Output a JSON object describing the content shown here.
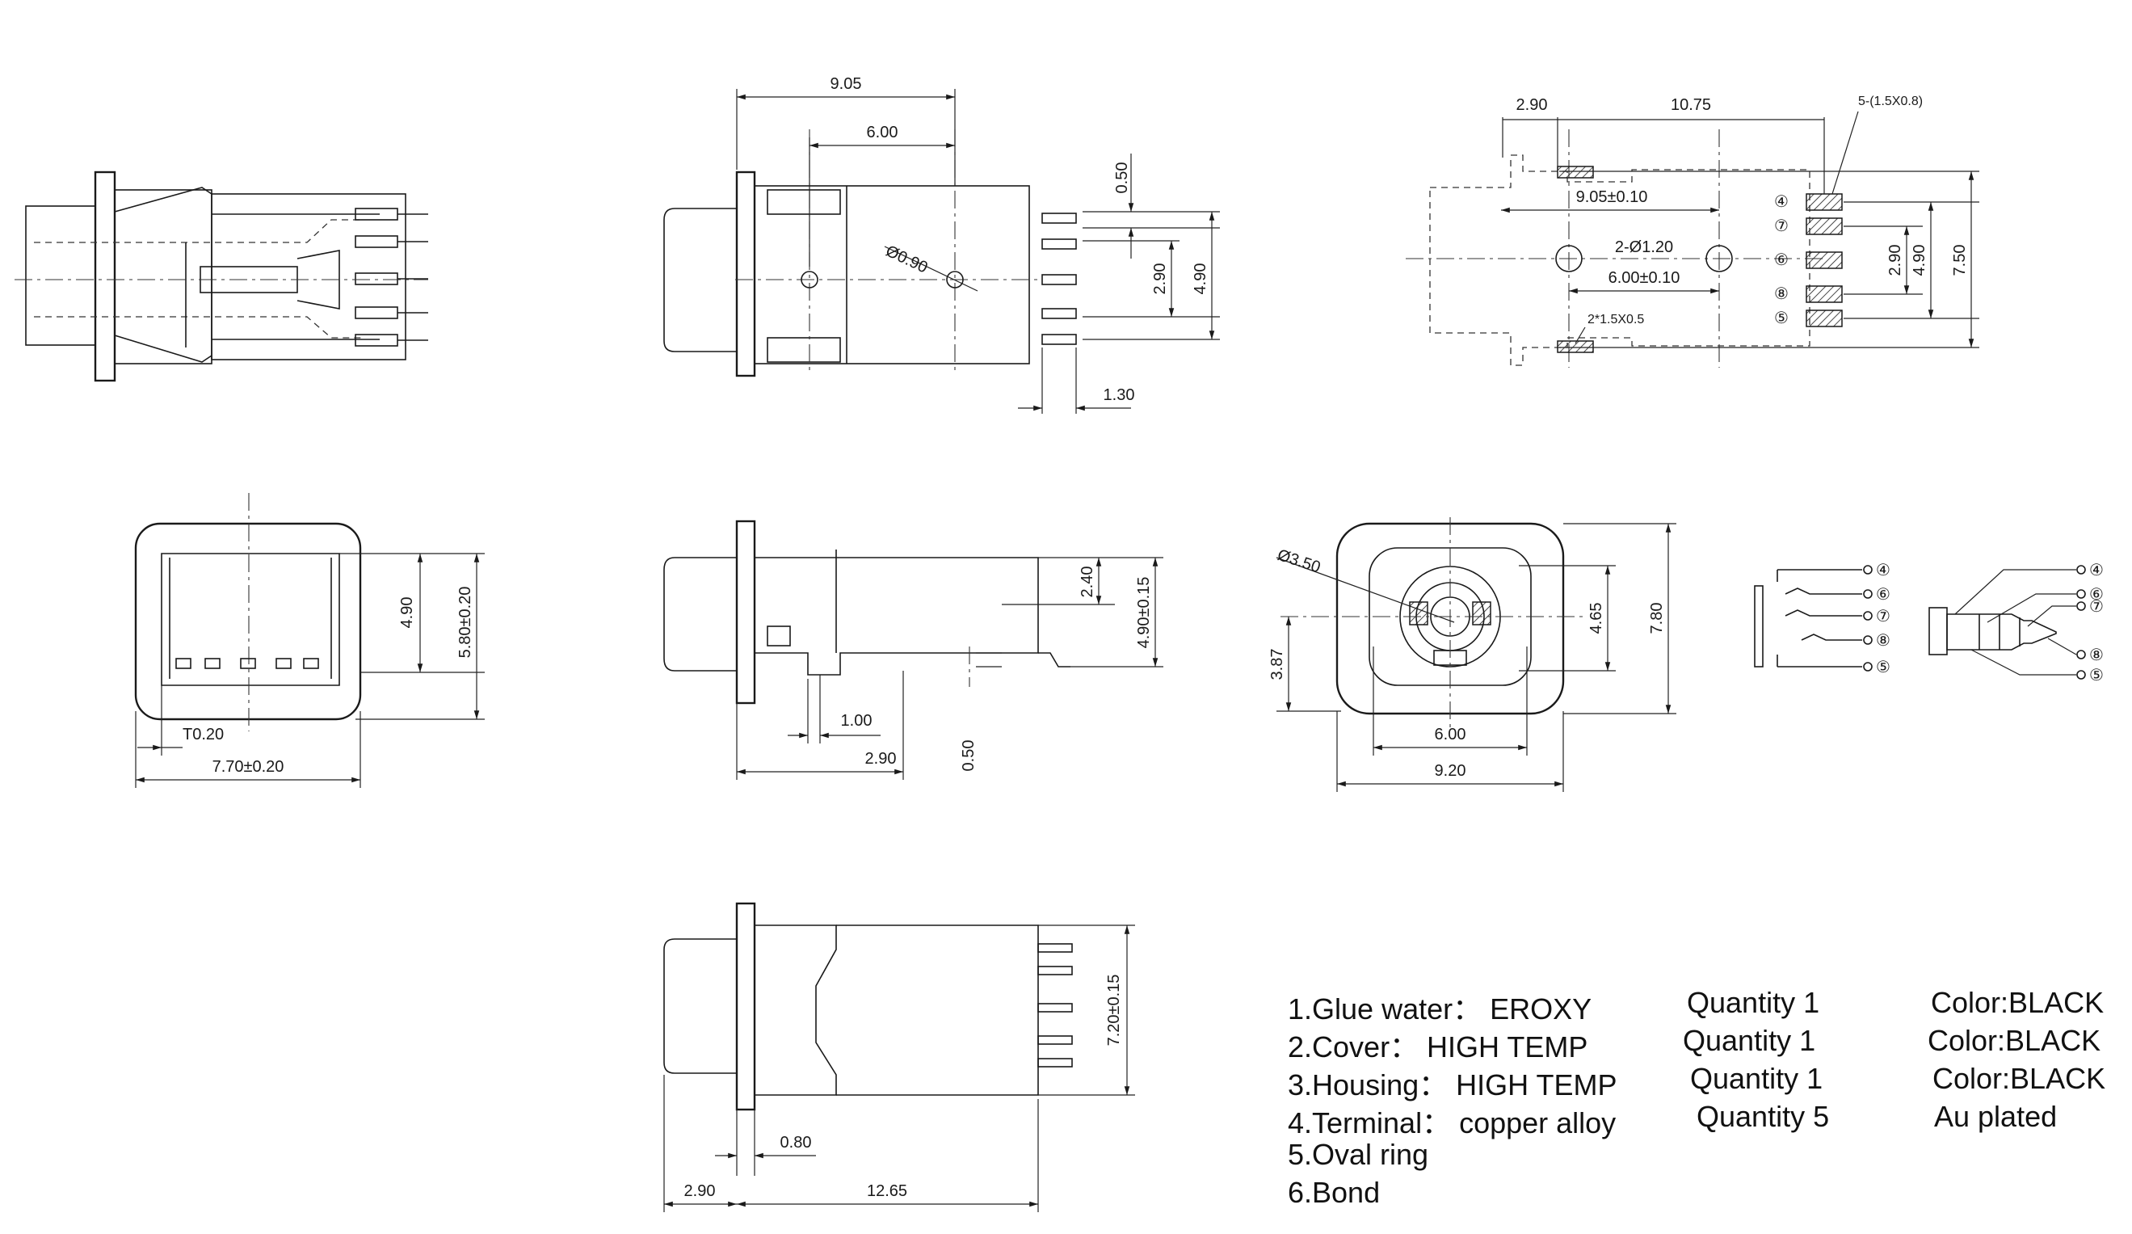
{
  "dims": {
    "top_9_05": "9.05",
    "top_6_00": "6.00",
    "top_0_90": "Ø0.90",
    "top_0_50": "0.50",
    "top_2_90": "2.90",
    "top_4_90": "4.90",
    "top_1_30": "1.30",
    "pcb_2_90": "2.90",
    "pcb_10_75": "10.75",
    "pcb_pads": "5-(1.5X0.8)",
    "pcb_9_05": "9.05±0.10",
    "pcb_holes": "2-Ø1.20",
    "pcb_6_00": "6.00±0.10",
    "pcb_slot": "2*1.5X0.5",
    "pcb_r2_90": "2.90",
    "pcb_r4_90": "4.90",
    "pcb_r7_50": "7.50",
    "front_4_90": "4.90",
    "front_5_80": "5.80±0.20",
    "front_t020": "T0.20",
    "front_7_70": "7.70±0.20",
    "side_2_40": "2.40",
    "side_4_90": "4.90±0.15",
    "side_1_00": "1.00",
    "side_2_90": "2.90",
    "side_0_50": "0.50",
    "face_3_50": "Ø3.50",
    "face_3_87": "3.87",
    "face_4_65": "4.65",
    "face_7_80": "7.80",
    "face_6_00": "6.00",
    "face_9_20": "9.20",
    "bot_7_20": "7.20±0.15",
    "bot_0_80": "0.80",
    "bot_2_90": "2.90",
    "bot_12_65": "12.65"
  },
  "pads": [
    "④",
    "⑦",
    "⑥",
    "⑧",
    "⑤"
  ],
  "schematic_pins": [
    "④",
    "⑥",
    "⑦",
    "⑧",
    "⑤"
  ],
  "plug_pins": [
    "④",
    "⑥",
    "⑦",
    "⑧",
    "⑤"
  ],
  "bom": [
    {
      "item": "1.Glue water：  EROXY",
      "qty": "Quantity  1",
      "note": "Color:BLACK"
    },
    {
      "item": "2.Cover：  HIGH TEMP",
      "qty": "Quantity  1",
      "note": "Color:BLACK"
    },
    {
      "item": "3.Housing：  HIGH TEMP",
      "qty": "Quantity  1",
      "note": "Color:BLACK"
    },
    {
      "item": "4.Terminal：  copper alloy",
      "qty": "Quantity  5",
      "note": "Au plated"
    },
    {
      "item": "5.Oval ring",
      "qty": "",
      "note": ""
    },
    {
      "item": "6.Bond",
      "qty": "",
      "note": ""
    }
  ]
}
